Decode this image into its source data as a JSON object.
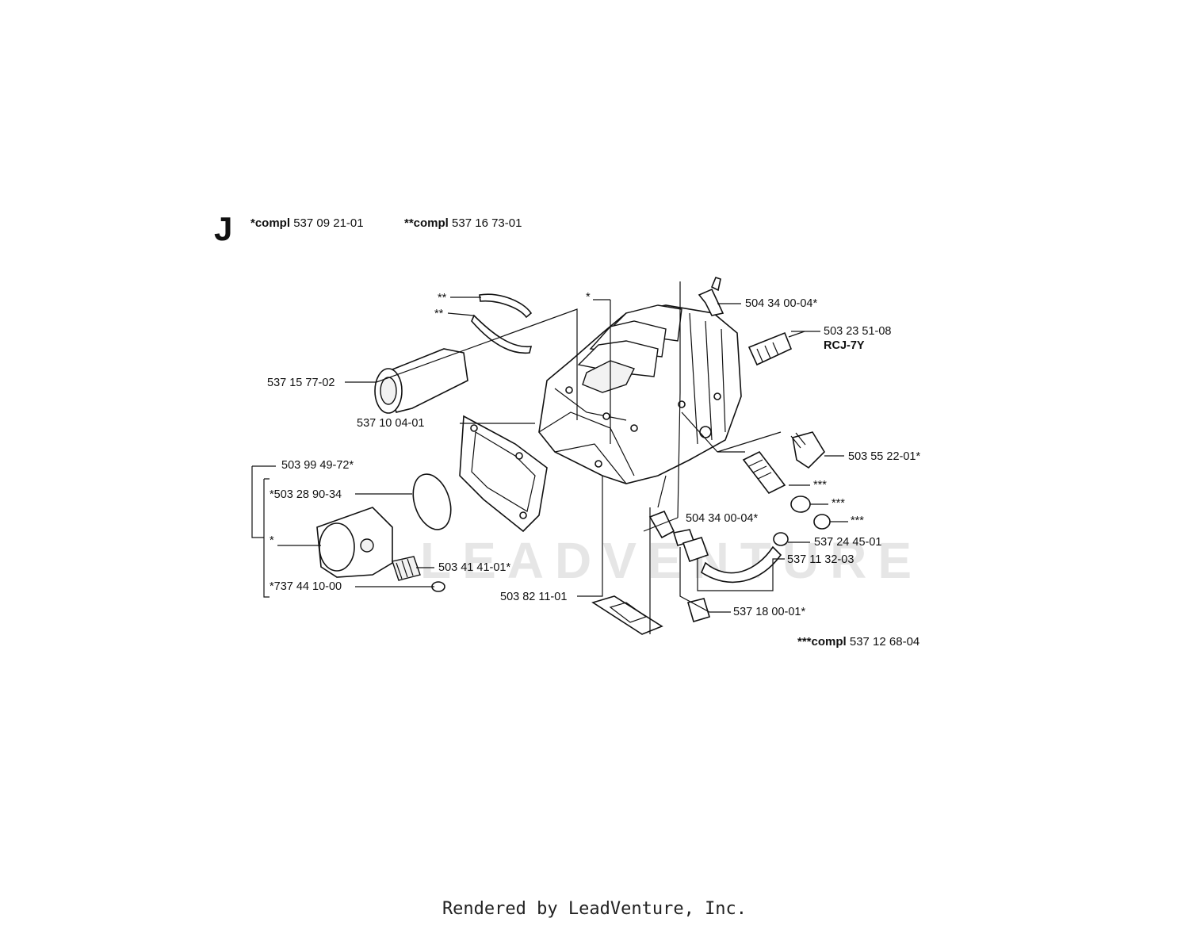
{
  "sheet": {
    "letter": "J"
  },
  "compl": {
    "single": {
      "prefix": "*compl",
      "number": "537 09 21-01"
    },
    "double": {
      "prefix": "**compl",
      "number": "537 16 73-01"
    },
    "triple": {
      "prefix": "***compl",
      "number": "537 12 68-04"
    }
  },
  "labels": {
    "star2_a": "**",
    "star2_b": "**",
    "star1_cyl": "*",
    "part_504340004_top": "504 34 00-04*",
    "part_503235108": "503 23 51-08",
    "part_rcj7y": "RCJ-7Y",
    "part_537157702": "537 15 77-02",
    "part_537100401": "537 10 04-01",
    "part_503994972": "503 99 49-72*",
    "part_503289034": "*503 28 90-34",
    "star1_piston": "*",
    "part_503414101": "503 41 41-01*",
    "part_737441000": "*737 44 10-00",
    "part_503821101": "503 82 11-01",
    "part_504340004_mid": "504 34 00-04*",
    "part_503552201": "503 55 22-01*",
    "star3_a": "***",
    "star3_b": "***",
    "star3_c": "***",
    "part_537244501": "537 24 45-01",
    "part_537113203": "537 11 32-03",
    "part_537180001": "537 18 00-01*"
  },
  "watermark": "LEADVENTURE",
  "footer": "Rendered by LeadVenture, Inc."
}
